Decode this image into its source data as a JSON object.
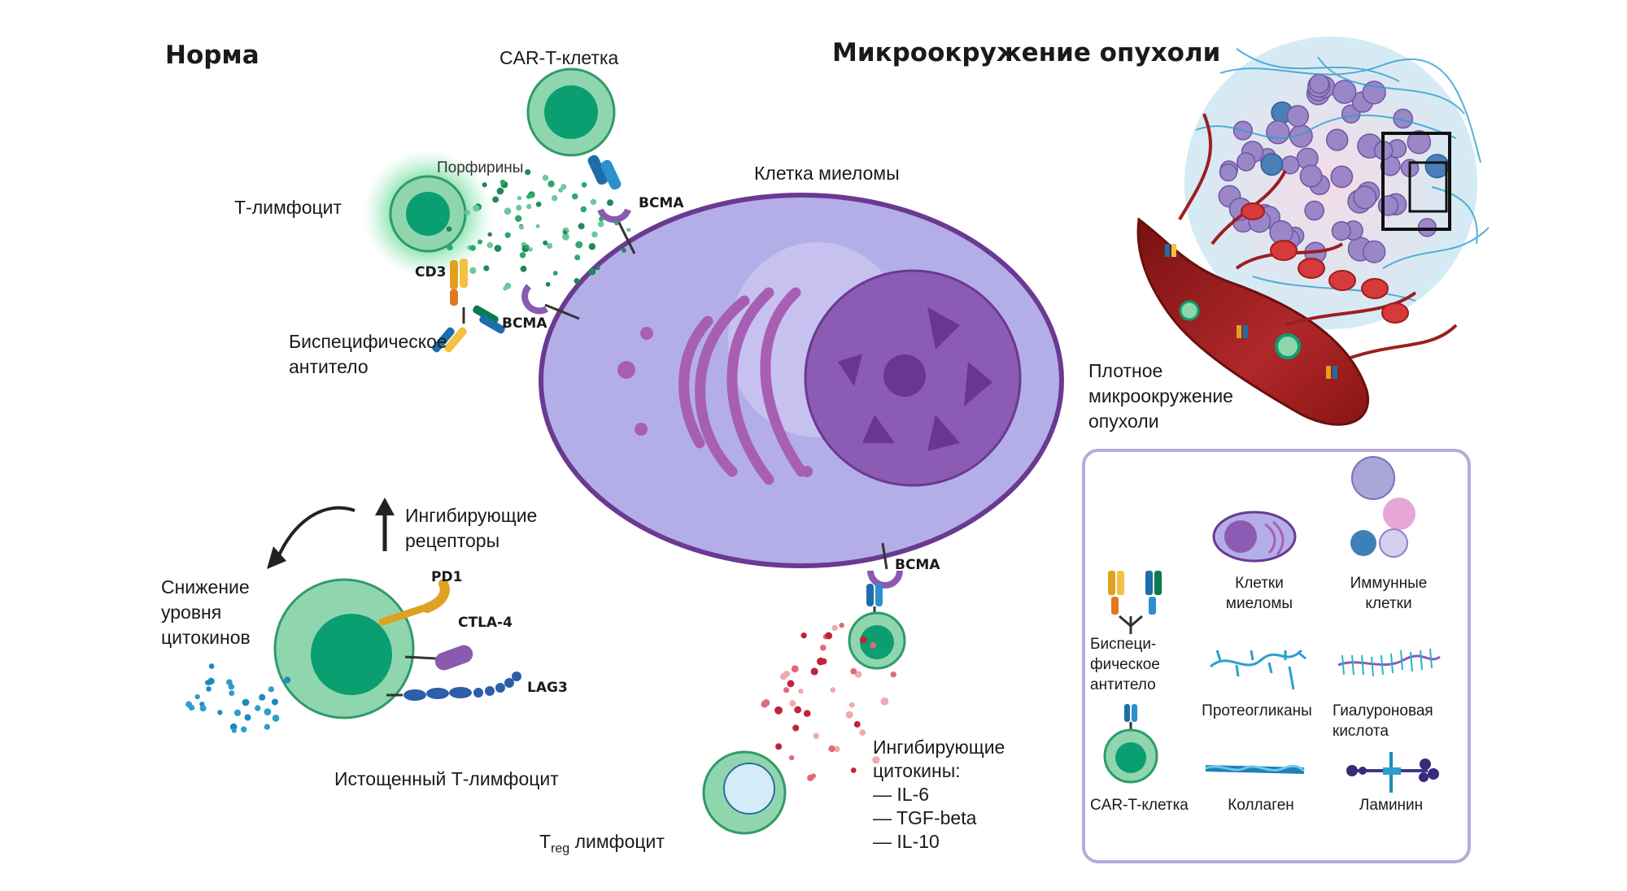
{
  "headers": {
    "norm": "Норма",
    "tme": "Микроокружение опухоли"
  },
  "labels": {
    "car_t_cell": "CAR-T-клетка",
    "porphyrins": "Порфирины",
    "t_lymphocyte": "Т-лимфоцит",
    "cd3": "CD3",
    "bcma_top": "BCMA",
    "bcma_mid": "BCMA",
    "bcma_bottom": "BCMA",
    "bispecific_antibody": "Биспецифическое\nантитело",
    "myeloma_cell": "Клетка миеломы",
    "dense_tme": "Плотное\nмикроокружение\nопухоли",
    "inhibitory_receptors": "Ингибирующие\nрецепторы",
    "cytokine_decrease": "Снижение\nуровня\nцитокинов",
    "pd1": "PD1",
    "ctla4": "CTLA-4",
    "lag3": "LAG3",
    "exhausted_t": "Истощенный Т-лимфоцит",
    "treg_prefix": "T",
    "treg_sub": "reg",
    "treg_suffix": " лимфоцит",
    "inhibitory_cytokines": "Ингибирующие\nцитокины:\n— IL-6\n— TGF-beta\n— IL-10"
  },
  "legend": {
    "myeloma_cells": "Клетки\nмиеломы",
    "immune_cells": "Иммунные\nклетки",
    "bispecific": "Биспеци-\nфическое\nантитело",
    "proteoglycans": "Протеогликаны",
    "hyaluronic": "Гиалуроновая\nкислота",
    "car_t": "CAR-T-клетка",
    "collagen": "Коллаген",
    "laminin": "Ламинин"
  },
  "colors": {
    "myeloma_fill": "#b4aee8",
    "myeloma_stroke": "#6a3a92",
    "nucleus": "#8c5bb4",
    "tcell_outer": "#8fd6ae",
    "tcell_inner": "#0a9e70",
    "porphyrin_dots": "#1f8a55",
    "cytokine_blue": "#2e9dcc",
    "cytokine_red": "#c0243a",
    "vessel": "#9c1f1f",
    "legend_border": "#b9a9dd"
  }
}
